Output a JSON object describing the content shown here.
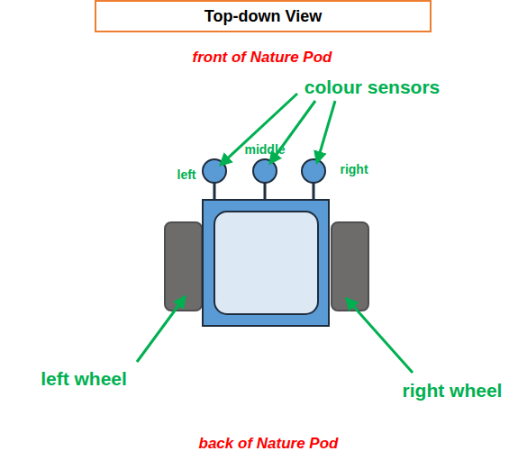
{
  "diagram": {
    "title": "Top-down View",
    "labels": [
      "front of Nature Pod",
      "colour sensors",
      "middle",
      "left",
      "right",
      "left wheel",
      "right wheel",
      "back of Nature Pod"
    ]
  }
}
